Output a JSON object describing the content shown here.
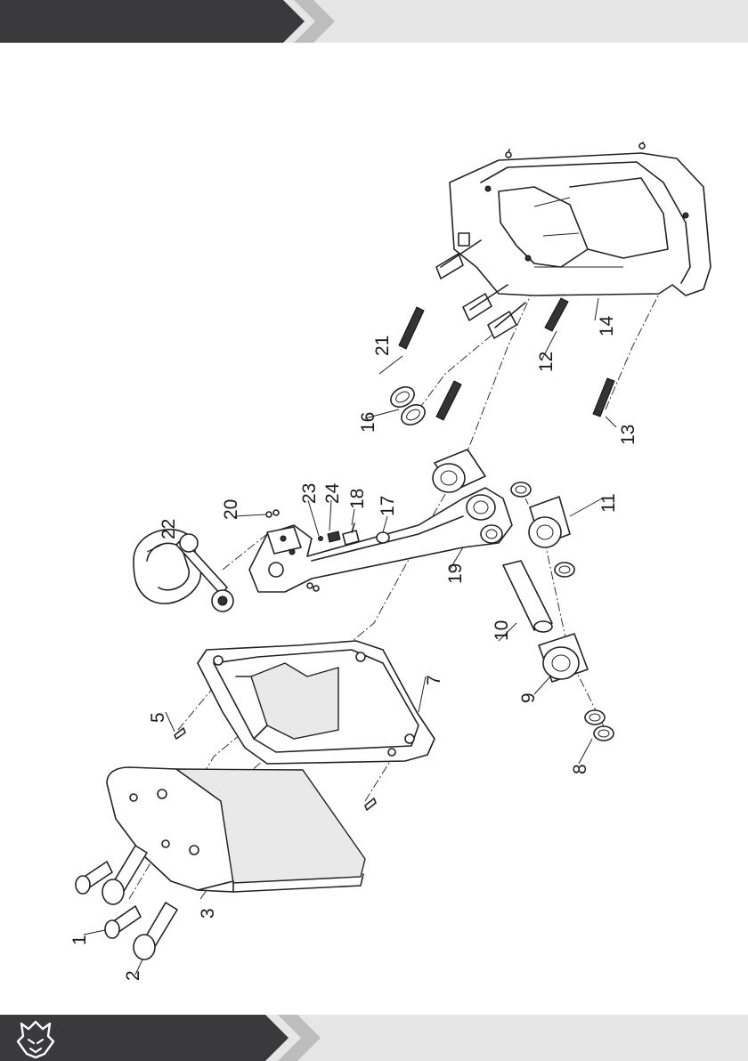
{
  "header": {
    "bar_color": "#3a3a3c",
    "light_color": "#e6e6e6"
  },
  "footer": {
    "bar_color": "#3a3a3c",
    "light_color": "#e6e6e6",
    "logo_icon": "wolf-head-logo-icon"
  },
  "diagram": {
    "type": "exploded-parts-view",
    "part_numbers": {
      "p1": "1",
      "p2": "2",
      "p3": "3",
      "p5": "5",
      "p7": "7",
      "p8": "8",
      "p9": "9",
      "p10": "10",
      "p11": "11",
      "p12": "12",
      "p13": "13",
      "p14": "14",
      "p16": "16",
      "p17": "17",
      "p18": "18",
      "p19": "19",
      "p20": "20",
      "p21": "21",
      "p22": "22",
      "p23": "23",
      "p24": "24"
    }
  }
}
